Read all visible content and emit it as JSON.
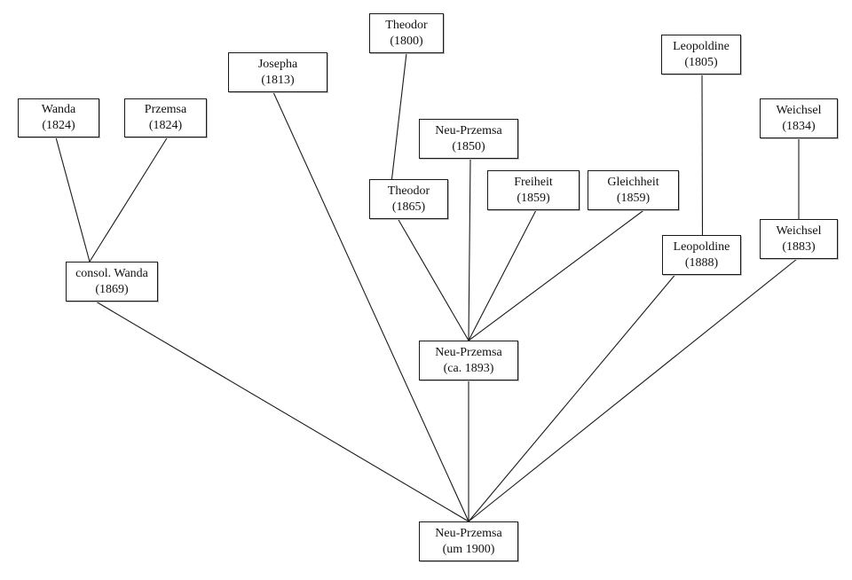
{
  "diagram": {
    "type": "lineage-tree",
    "nodes": [
      {
        "id": "wanda-1824",
        "name": "Wanda",
        "date": "(1824)"
      },
      {
        "id": "przemsa-1824",
        "name": "Przemsa",
        "date": "(1824)"
      },
      {
        "id": "josepha-1813",
        "name": "Josepha",
        "date": "(1813)"
      },
      {
        "id": "theodor-1800",
        "name": "Theodor",
        "date": "(1800)"
      },
      {
        "id": "neu-przemsa-1850",
        "name": "Neu-Przemsa",
        "date": "(1850)"
      },
      {
        "id": "theodor-1865",
        "name": "Theodor",
        "date": "(1865)"
      },
      {
        "id": "freiheit-1859",
        "name": "Freiheit",
        "date": "(1859)"
      },
      {
        "id": "gleichheit-1859",
        "name": "Gleichheit",
        "date": "(1859)"
      },
      {
        "id": "leopoldine-1805",
        "name": "Leopoldine",
        "date": "(1805)"
      },
      {
        "id": "weichsel-1834",
        "name": "Weichsel",
        "date": "(1834)"
      },
      {
        "id": "consol-wanda-1869",
        "name": "consol. Wanda",
        "date": "(1869)"
      },
      {
        "id": "leopoldine-1888",
        "name": "Leopoldine",
        "date": "(1888)"
      },
      {
        "id": "weichsel-1883",
        "name": "Weichsel",
        "date": "(1883)"
      },
      {
        "id": "neu-przemsa-1893",
        "name": "Neu-Przemsa",
        "date": "(ca. 1893)"
      },
      {
        "id": "neu-przemsa-1900",
        "name": "Neu-Przemsa",
        "date": "(um 1900)"
      }
    ],
    "edges": [
      {
        "from": "wanda-1824",
        "to": "consol-wanda-1869"
      },
      {
        "from": "przemsa-1824",
        "to": "consol-wanda-1869"
      },
      {
        "from": "theodor-1800",
        "to": "theodor-1865"
      },
      {
        "from": "theodor-1865",
        "to": "neu-przemsa-1893"
      },
      {
        "from": "neu-przemsa-1850",
        "to": "neu-przemsa-1893"
      },
      {
        "from": "freiheit-1859",
        "to": "neu-przemsa-1893"
      },
      {
        "from": "gleichheit-1859",
        "to": "neu-przemsa-1893"
      },
      {
        "from": "leopoldine-1805",
        "to": "leopoldine-1888"
      },
      {
        "from": "weichsel-1834",
        "to": "weichsel-1883"
      },
      {
        "from": "consol-wanda-1869",
        "to": "neu-przemsa-1900"
      },
      {
        "from": "josepha-1813",
        "to": "neu-przemsa-1900"
      },
      {
        "from": "neu-przemsa-1893",
        "to": "neu-przemsa-1900"
      },
      {
        "from": "leopoldine-1888",
        "to": "neu-przemsa-1900"
      },
      {
        "from": "weichsel-1883",
        "to": "neu-przemsa-1900"
      }
    ]
  }
}
